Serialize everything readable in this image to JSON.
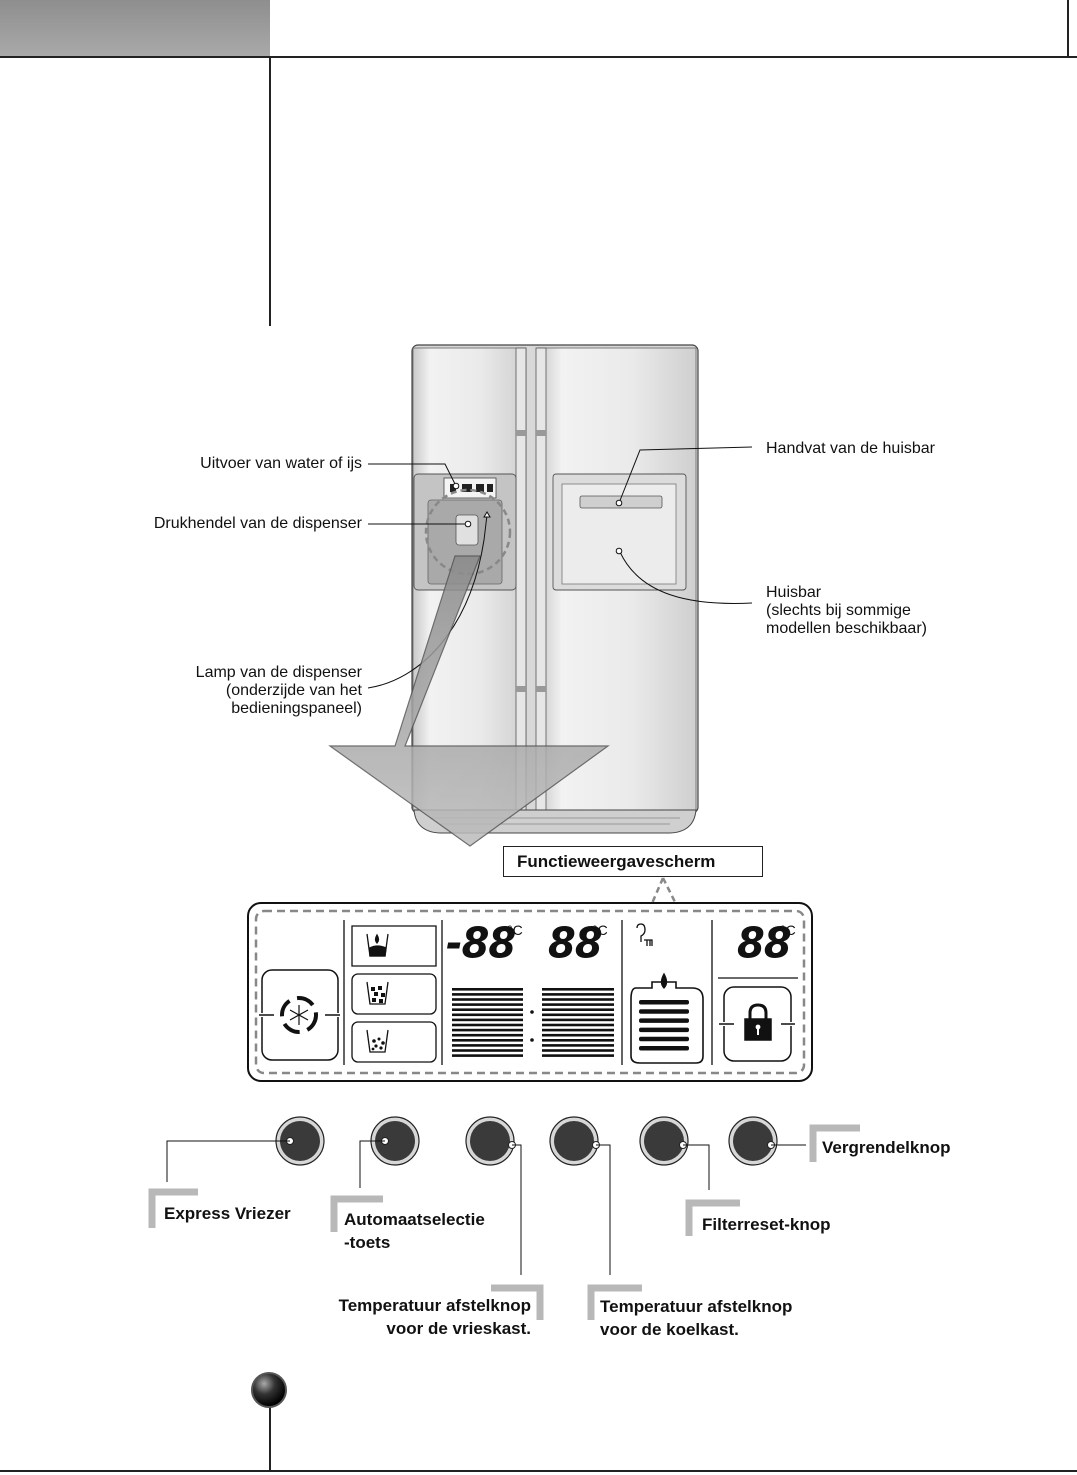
{
  "fridge_callouts": {
    "water_ice_outlet": "Uitvoer van water of ijs",
    "dispenser_lever": "Drukhendel van de dispenser",
    "dispenser_lamp": [
      "Lamp van de dispenser",
      "(onderzijde van het",
      "bedieningspaneel)"
    ],
    "homebar_handle": "Handvat van de huisbar",
    "homebar": [
      "Huisbar",
      "(slechts bij sommige",
      "modellen beschikbaar)"
    ]
  },
  "function_display_label": "Functieweergavescherm",
  "display": {
    "freezer_temp": "-88",
    "fridge_temp": "88",
    "extra_temp": "88",
    "temp_unit": "°C"
  },
  "buttons": {
    "express_freezer": "Express Vriezer",
    "dispenser_select": [
      "Automaatselectie",
      "-toets"
    ],
    "freezer_temp": [
      "Temperatuur afstelknop",
      "voor de vrieskast."
    ],
    "fridge_temp": [
      "Temperatuur afstelknop",
      "voor de koelkast."
    ],
    "filter_reset": "Filterreset-knop",
    "lock": "Vergrendelknop"
  },
  "icons": [
    "snowflake-icon",
    "water-cup-icon",
    "cubed-ice-cup-icon",
    "crushed-ice-cup-icon",
    "filter-icon",
    "lock-icon"
  ]
}
